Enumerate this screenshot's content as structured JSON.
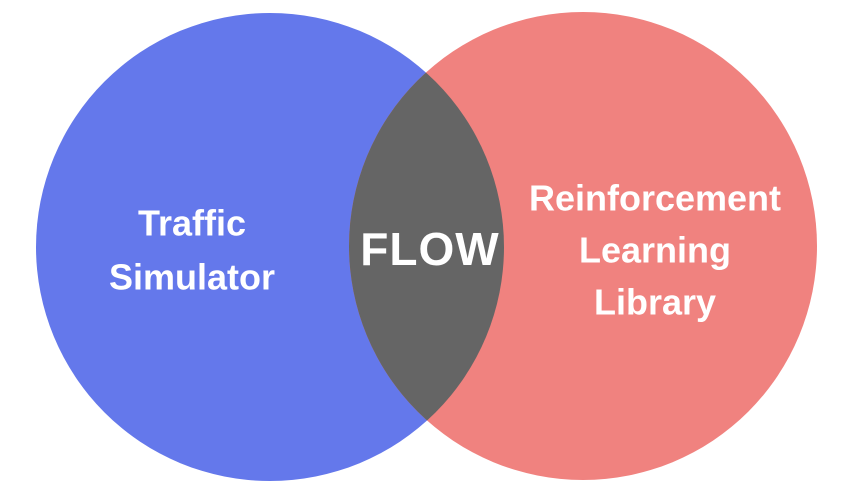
{
  "venn": {
    "background_color": "#FFFFFF",
    "text_color": "#FFFFFF",
    "left_circle": {
      "name": "Traffic Simulator",
      "line1": "Traffic",
      "line2": "Simulator",
      "color": "#6478EB"
    },
    "right_circle": {
      "name": "Reinforcement Learning Library",
      "line1": "Reinforcement",
      "line2": "Learning",
      "line3": "Library",
      "color": "#F0827F"
    },
    "overlap": {
      "label": "FLOW",
      "color": "#656565"
    }
  }
}
